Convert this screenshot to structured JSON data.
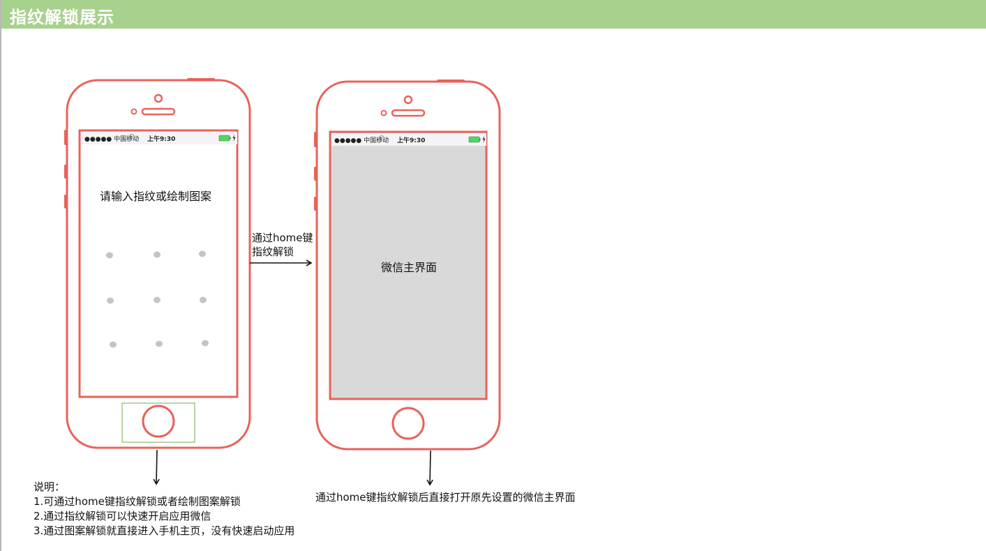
{
  "page": {
    "title": "指纹解锁展示"
  },
  "phone_left": {
    "carrier": "●●●●● 中国移动",
    "time": "上午9:30",
    "prompt": "请输入指纹或绘制图案"
  },
  "phone_right": {
    "carrier": "●●●●● 中国移动",
    "time": "上午9:30",
    "screen_label": "微信主界面"
  },
  "arrow_label": {
    "line1": "通过home键",
    "line2": "指纹解锁"
  },
  "notes": {
    "heading": "说明：",
    "items": [
      "1.可通过home键指纹解锁或者绘制图案解锁",
      "2.通过指纹解锁可以快速开启应用微信",
      "3.通过图案解锁就直接进入手机主页，没有快速启动应用"
    ]
  },
  "right_note": "通过home键指纹解锁后直接打开原先设置的微信主界面",
  "colors": {
    "title_bar": "#a9d18e",
    "phone_outline": "#e8625a",
    "dot": "#c4c4c4",
    "screen_gray": "#d9d9d9",
    "home_highlight": "#70ad47",
    "battery": "#4cd964"
  }
}
